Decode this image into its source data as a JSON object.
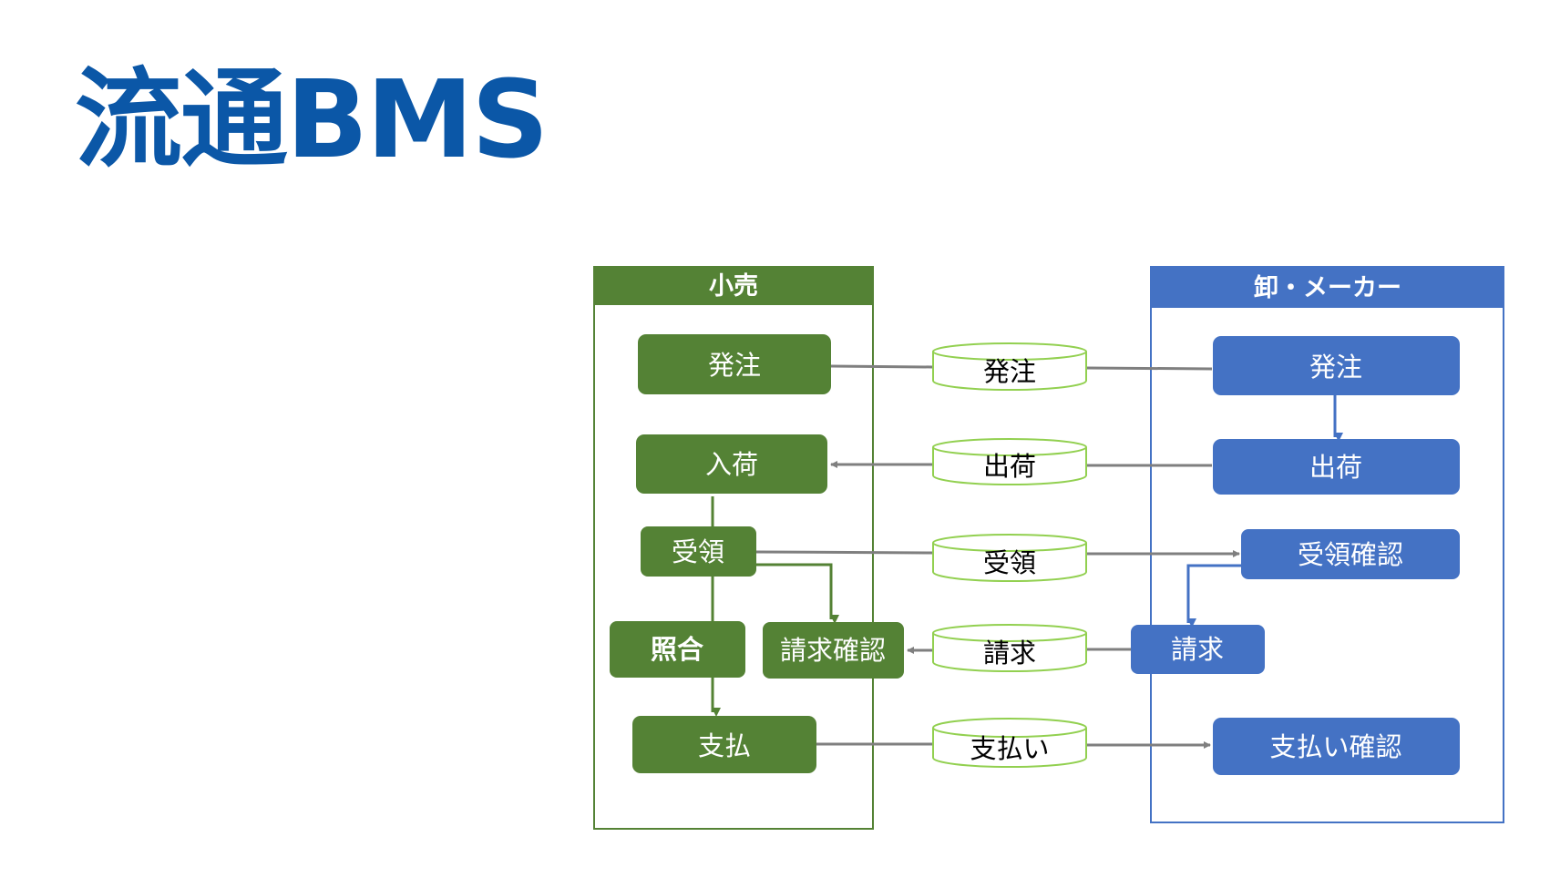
{
  "title": "流通BMS",
  "colors": {
    "title": "#0b57a7",
    "retail": "#548235",
    "supplier": "#4472c4",
    "message_border": "#92d050",
    "connector": "#7f7f7f"
  },
  "lanes": {
    "retail": {
      "label": "小売"
    },
    "supplier": {
      "label": "卸・メーカー"
    }
  },
  "retail_nodes": {
    "order": "発注",
    "receiving": "入荷",
    "acceptance": "受領",
    "matching": "照合",
    "invoice_check": "請求確認",
    "payment": "支払"
  },
  "messages": {
    "order": "発注",
    "shipment": "出荷",
    "acceptance": "受領",
    "invoice": "請求",
    "payment": "支払い"
  },
  "supplier_nodes": {
    "order": "発注",
    "shipment": "出荷",
    "acceptance_check": "受領確認",
    "invoice": "請求",
    "payment_check": "支払い確認"
  }
}
